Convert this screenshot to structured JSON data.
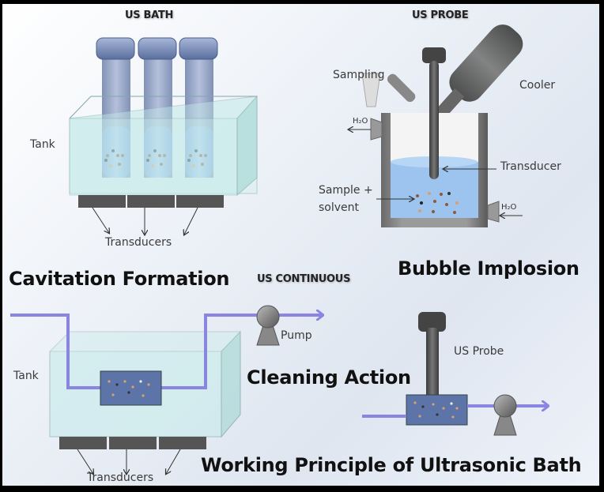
{
  "figure": {
    "title": "Working Principle of Ultrasonic Bath",
    "stages": [
      "Cavitation Formation",
      "Bubble Implosion",
      "Cleaning Action"
    ]
  },
  "us_bath": {
    "heading": "US BATH",
    "tank_label": "Tank",
    "transducers_label": "Transducers",
    "tube_count": 3
  },
  "us_probe": {
    "heading": "US PROBE",
    "sampling_label": "Sampling",
    "cooler_label": "Cooler",
    "transducer_label": "Transducer",
    "sample_label_line1": "Sample +",
    "sample_label_line2": "solvent",
    "water_in_label": "H₂O",
    "water_out_label": "H₂O"
  },
  "us_continuous": {
    "heading": "US CONTINUOUS",
    "tank_label": "Tank",
    "transducers_label": "Transducers",
    "pump_label": "Pump",
    "probe_label": "US Probe"
  },
  "colors": {
    "flow_line": "#8a85e0",
    "water": "#9cc4ee",
    "tank_glass": "#c8ecec",
    "tube": "#7e90b8",
    "metal": "#5a5a5a",
    "border": "#000000"
  }
}
